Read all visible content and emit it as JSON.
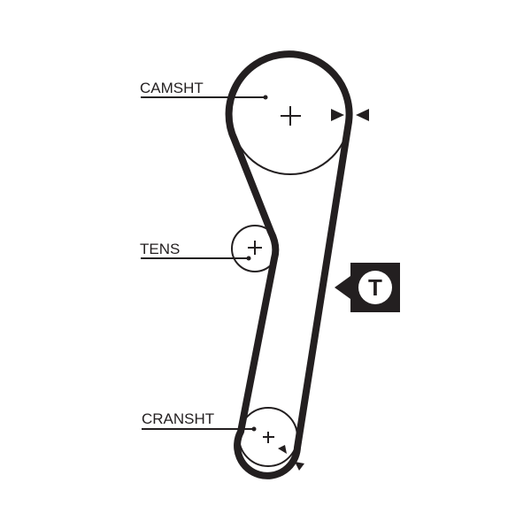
{
  "labels": {
    "camshaft": "CAMSHT",
    "tensioner": "TENS",
    "crankshaft": "CRANSHT",
    "tension_symbol": "T"
  },
  "colors": {
    "ink": "#231f20",
    "background": "#ffffff"
  }
}
